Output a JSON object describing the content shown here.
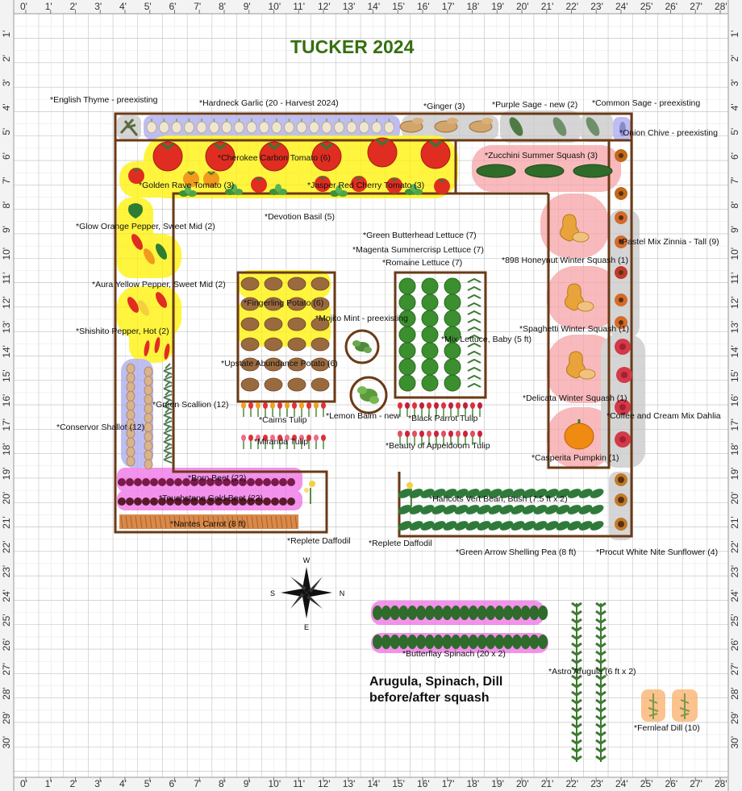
{
  "title": "TUCKER 2024",
  "note_line1": "Arugula, Spinach, Dill",
  "note_line2": "before/after squash",
  "ruler_labels": [
    "0'",
    "1'",
    "2'",
    "3'",
    "4'",
    "5'",
    "6'",
    "7'",
    "8'",
    "9'",
    "10'",
    "11'",
    "12'",
    "13'",
    "14'",
    "15'",
    "16'",
    "17'",
    "18'",
    "19'",
    "20'",
    "21'",
    "22'",
    "23'",
    "24'",
    "25'",
    "26'",
    "27'",
    "28'"
  ],
  "side_ruler_labels": [
    "1'",
    "2'",
    "3'",
    "4'",
    "5'",
    "6'",
    "7'",
    "8'",
    "9'",
    "10'",
    "11'",
    "12'",
    "13'",
    "14'",
    "15'",
    "16'",
    "17'",
    "18'",
    "19'",
    "20'",
    "21'",
    "22'",
    "23'",
    "24'",
    "25'",
    "26'",
    "27'",
    "28'",
    "29'",
    "30'"
  ],
  "compass": {
    "n": "N",
    "s": "S",
    "e": "E",
    "w": "W"
  },
  "plants": {
    "english_thyme": "*English Thyme - preexisting",
    "hardneck_garlic": "*Hardneck Garlic (20 - Harvest 2024)",
    "ginger": "*Ginger (3)",
    "purple_sage": "*Purple Sage - new (2)",
    "common_sage": "*Common Sage - preexisting",
    "onion_chive": "*Onion Chive - preexisting",
    "cherokee_tomato": "*Cherokee Carbon Tomato (6)",
    "zucchini": "*Zucchini Summer Squash (3)",
    "golden_rave": "*Golden Rave Tomato (3)",
    "jasper_cherry": "*Jasper Red Cherry Tomato (3)",
    "devotion_basil": "*Devotion Basil (5)",
    "glow_pepper": "*Glow Orange Pepper, Sweet Mid (2)",
    "green_butterhead": "*Green Butterhead Lettuce (7)",
    "magenta_lettuce": "*Magenta Summercrisp Lettuce (7)",
    "pastel_zinnia": "*Pastel Mix Zinnia - Tall (9)",
    "romaine": "*Romaine Lettuce (7)",
    "honeynut": "*898 Honeynut Winter Squash (1)",
    "aura_pepper": "*Aura Yellow Pepper, Sweet Mid (2)",
    "fingerling": "*Fingerling Potato (6)",
    "mojito_mint": "*Mojito Mint - preexisting",
    "shishito": "*Shishito Pepper, Hot (2)",
    "spaghetti": "*Spaghetti Winter Squash (1)",
    "mix_lettuce": "*Mix Lettuce, Baby (5 ft)",
    "upstate_potato": "*Upstate Abundance Potato (6)",
    "delicata": "*Delicata Winter Squash (1)",
    "green_scallion": "*Green Scallion (12)",
    "cairns_tulip": "*Cairns Tulip",
    "lemon_balm": "*Lemon Balm - new",
    "black_parrot": "*Black Parrot Tulip",
    "coffee_dahlia": "*Coffee and Cream Mix Dahlia",
    "conservor_shallot": "*Conservor Shallot (12)",
    "miranda_tulip": "*Miranda Tulip",
    "appeldoorn_tulip": "*Beauty of Appeldoorn Tulip",
    "casperita": "*Casperita Pumpkin (1)",
    "boro_beet": "*Boro Beet (22)",
    "touchstone_beet": "*Touchstone Gold Beet (22)",
    "haricots": "*Haricots Vert Bean, Bush (7.5 ft x 2)",
    "nantes_carrot": "*Nantes Carrot (8 ft)",
    "replete_daffodil_1": "*Replete Daffodil",
    "replete_daffodil_2": "*Replete Daffodil",
    "green_arrow_pea": "*Green Arrow Shelling Pea (8 ft)",
    "sunflower": "*Procut White Nite Sunflower (4)",
    "butterflay_spinach": "*Butterflay Spinach (20 x 2)",
    "astro_arugula": "*Astro Arugula (6 ft x 2)",
    "fernleaf_dill": "*Fernleaf Dill (10)"
  },
  "colors": {
    "bed_border": "#6b3a16",
    "title": "#356f0f",
    "highlight_yellow": "#fff200",
    "highlight_pink": "#f6a3a6",
    "highlight_purple": "#a9a9f0",
    "highlight_gray": "#c8c8c8",
    "highlight_magenta": "#f06ee6",
    "highlight_orange": "#fbb06a"
  }
}
